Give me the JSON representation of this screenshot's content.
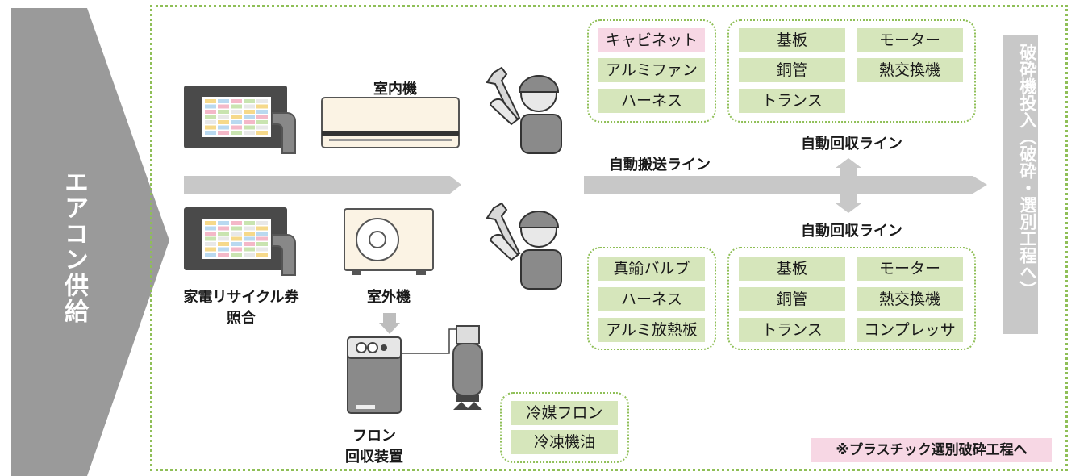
{
  "supply_label": "エアコン供給",
  "final_label": "破砕機投入（破砕・選別工程へ）",
  "labels": {
    "indoor_unit": "室内機",
    "outdoor_unit": "室外機",
    "recycle_ticket_line1": "家電リサイクル券",
    "recycle_ticket_line2": "照合",
    "freon_recovery_line1": "フロン",
    "freon_recovery_line2": "回収装置",
    "conveyor_line": "自動搬送ライン",
    "recovery_line_upper": "自動回収ライン",
    "recovery_line_lower": "自動回収ライン"
  },
  "indoor_manual_parts": [
    "キャビネット",
    "アルミファン",
    "ハーネス"
  ],
  "indoor_auto_parts": [
    "基板",
    "モーター",
    "銅管",
    "熱交換機",
    "トランス"
  ],
  "outdoor_manual_parts": [
    "真鍮バルブ",
    "ハーネス",
    "アルミ放熱板"
  ],
  "outdoor_auto_parts": [
    "基板",
    "モーター",
    "銅管",
    "熱交換機",
    "トランス",
    "コンプレッサ"
  ],
  "freon_outputs": [
    "冷媒フロン",
    "冷凍機油"
  ],
  "note": "※プラスチック選別破砕工程へ",
  "colors": {
    "tag_green": "#d6e6bb",
    "tag_pink": "#f7d7e4",
    "dotted_border": "#8fbf57",
    "arrow_gray": "#c8c8c8",
    "supply_gray": "#9a9a9a"
  }
}
